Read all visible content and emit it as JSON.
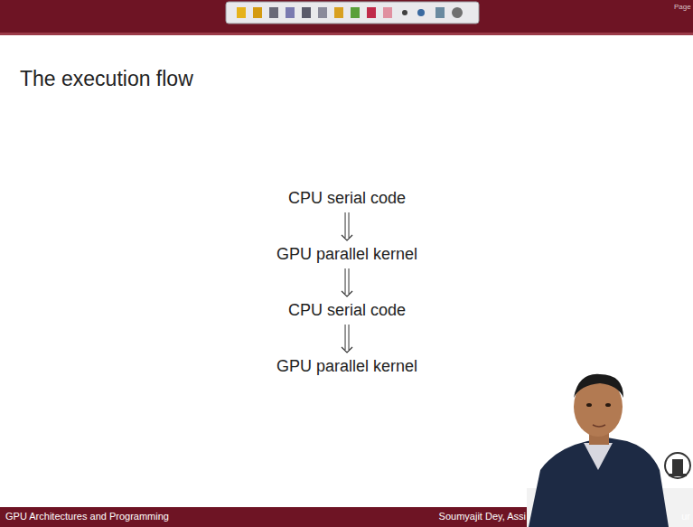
{
  "diagram": {
    "title": "The execution flow",
    "nodes": [
      {
        "text": [
          "CPU serial code"
        ]
      },
      {
        "text": [
          "GPU parallel kernel"
        ]
      },
      {
        "text": [
          "CPU serial code"
        ]
      },
      {
        "text": [
          "GPU parallel kernel"
        ]
      }
    ],
    "edges": [
      {
        "from": 0,
        "to": 1,
        "arrow": "to"
      },
      {
        "from": 1,
        "to": 2,
        "arrow": "to"
      },
      {
        "from": 2,
        "to": 3,
        "arrow": "to"
      }
    ],
    "labels": [
      "Page",
      "GPU Architectures and Programming",
      "Soumyajit Dey, Assi",
      "ur"
    ]
  }
}
